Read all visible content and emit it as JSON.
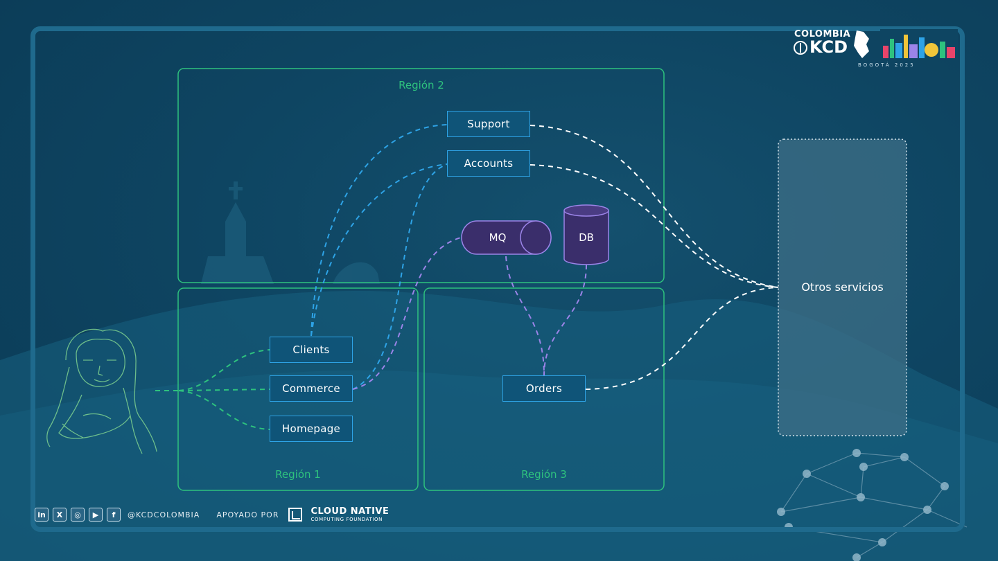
{
  "regions": {
    "region1": "Región 1",
    "region2": "Región 2",
    "region3": "Región 3"
  },
  "services": {
    "support": "Support",
    "accounts": "Accounts",
    "clients": "Clients",
    "commerce": "Commerce",
    "homepage": "Homepage",
    "orders": "Orders"
  },
  "datastores": {
    "mq": "MQ",
    "db": "DB"
  },
  "external": {
    "otros": "Otros servicios"
  },
  "footer": {
    "social": [
      {
        "icon": "linkedin-icon",
        "glyph": "in"
      },
      {
        "icon": "x-icon",
        "glyph": "X"
      },
      {
        "icon": "instagram-icon",
        "glyph": "◎"
      },
      {
        "icon": "youtube-icon",
        "glyph": "▶"
      },
      {
        "icon": "facebook-icon",
        "glyph": "f"
      }
    ],
    "handle": "@KCDCOLOMBIA",
    "supported_by": "APOYADO POR",
    "cncf_line1": "CLOUD NATIVE",
    "cncf_line2": "COMPUTING FOUNDATION"
  },
  "logo": {
    "country": "COLOMBIA",
    "event": "KCD",
    "city": "BOGOTÁ 2025"
  },
  "colors": {
    "region_border": "#2ec27e",
    "service_border": "#2ea3e6",
    "service_fill": "#0f5478",
    "datastore_fill": "#3a2e6b",
    "datastore_border": "#9b84e8",
    "link_blue": "#2ea3e6",
    "link_green": "#2ec27e",
    "link_purple": "#9b84e8",
    "link_white": "#ffffff"
  }
}
